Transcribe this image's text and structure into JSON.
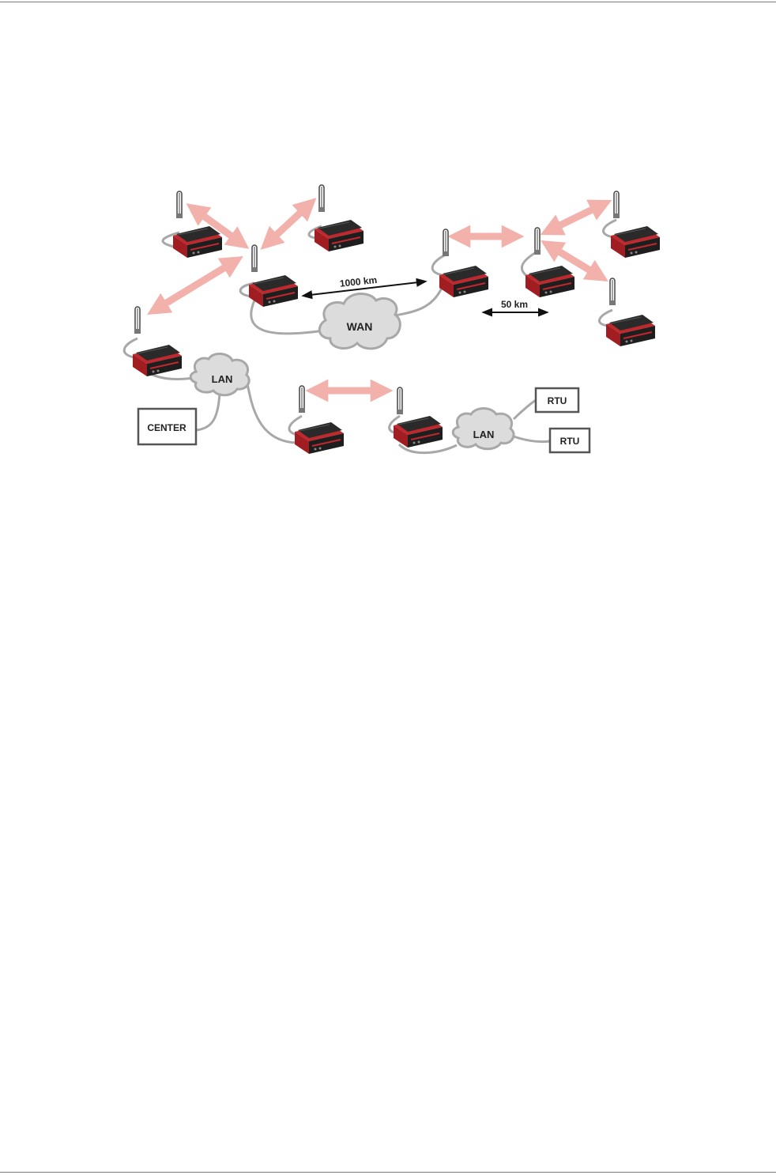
{
  "diagram": {
    "cloud_labels": {
      "wan": "WAN",
      "lan_left": "LAN",
      "lan_right": "LAN"
    },
    "box_labels": {
      "center": "CENTER",
      "rtu_top": "RTU",
      "rtu_bottom": "RTU"
    },
    "distance_labels": {
      "long": "1000 km",
      "short": "50 km"
    }
  },
  "colors": {
    "radio_link": "#f2b1aa",
    "cable": "#a8a8a8",
    "cloud_fill": "#dcdcdc",
    "router_red": "#c0282d",
    "router_body": "#1e1e1e"
  }
}
